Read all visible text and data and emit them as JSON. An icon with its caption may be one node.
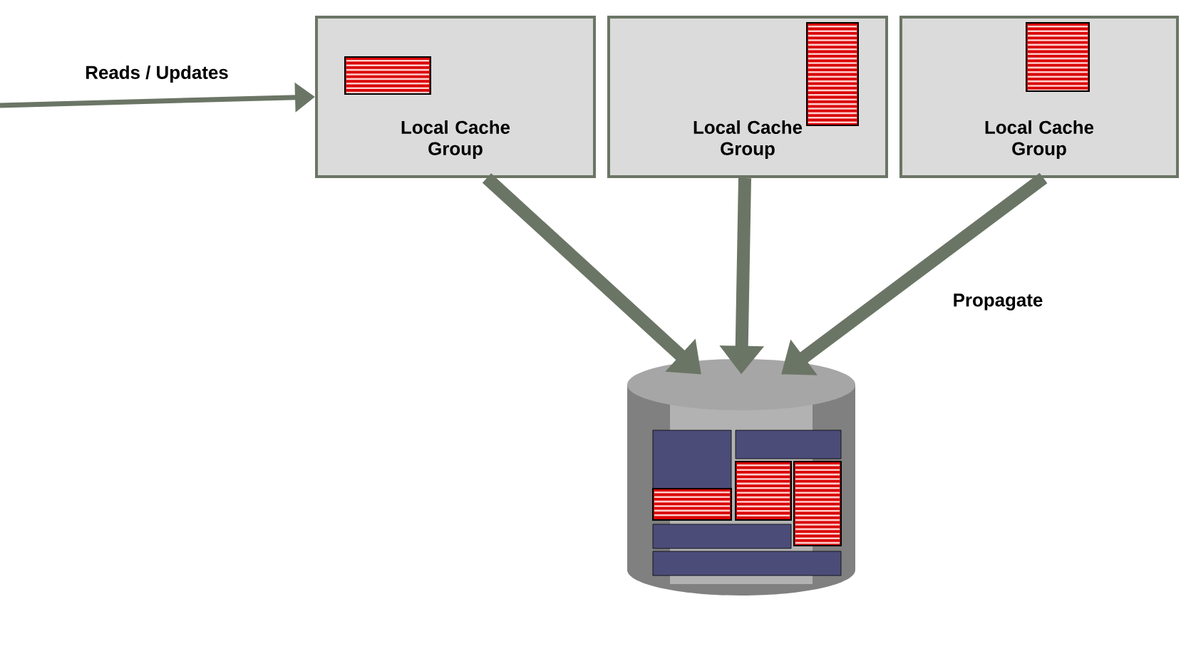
{
  "diagram": {
    "nodes": [
      {
        "text": [
          "Local Cache Group"
        ]
      },
      {
        "text": [
          "Local Cache Group"
        ]
      },
      {
        "text": [
          "Local Cache Group"
        ]
      },
      {
        "text": [],
        "shape": "cylinder"
      }
    ],
    "edges": [
      {
        "from": null,
        "to": 0,
        "arrow": "to",
        "label": "Reads / Updates"
      },
      {
        "from": 0,
        "to": 3,
        "arrow": "to"
      },
      {
        "from": 1,
        "to": 3,
        "arrow": "to"
      },
      {
        "from": 2,
        "to": 3,
        "arrow": "to"
      }
    ],
    "labels": [
      "Propagate"
    ]
  }
}
